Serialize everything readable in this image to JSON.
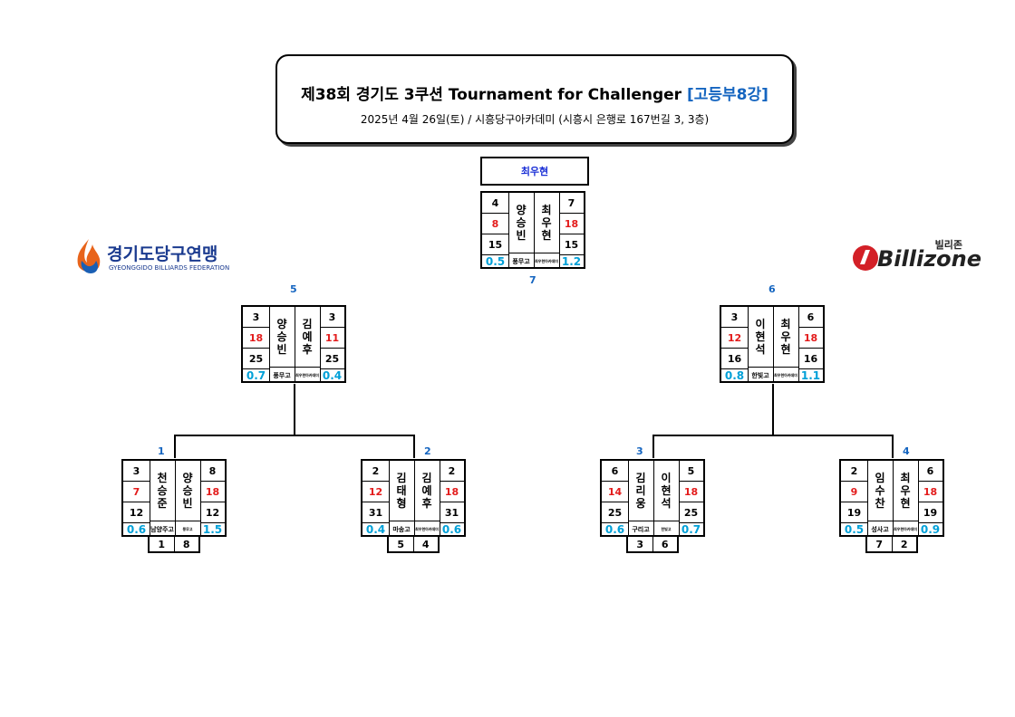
{
  "header": {
    "title_main": "제38회 경기도 3쿠션 Tournament for Challenger",
    "title_division": "[고등부8강]",
    "subtitle": "2025년 4월 26일(토)  /  시흥당구아카데미 (시흥시 은행로 167번길 3, 3층)"
  },
  "winner": "최우현",
  "logos": {
    "left_text": "경기도당구연맹",
    "left_sub": "GYEONGGIDO BILLIARDS FEDERATION",
    "right_kr": "빌리존",
    "right_en": "Billizone"
  },
  "match_numbers": {
    "m1": "1",
    "m2": "2",
    "m3": "3",
    "m4": "4",
    "m5": "5",
    "m6": "6",
    "m7": "7"
  },
  "matches": {
    "m7": {
      "l": [
        "4",
        "8",
        "15"
      ],
      "p1": [
        "양",
        "승",
        "빈"
      ],
      "p2": [
        "최",
        "우",
        "현"
      ],
      "r": [
        "7",
        "18",
        "15"
      ],
      "avg1": "0.5",
      "sch1": "풍무고",
      "sch2": "최우현아카데미",
      "avg2": "1.2"
    },
    "m5": {
      "l": [
        "3",
        "18",
        "25"
      ],
      "p1": [
        "양",
        "승",
        "빈"
      ],
      "p2": [
        "김",
        "예",
        "후"
      ],
      "r": [
        "3",
        "11",
        "25"
      ],
      "avg1": "0.7",
      "sch1": "풍무고",
      "sch2": "최우현아카데미",
      "avg2": "0.4"
    },
    "m6": {
      "l": [
        "3",
        "12",
        "16"
      ],
      "p1": [
        "이",
        "현",
        "석"
      ],
      "p2": [
        "최",
        "우",
        "현"
      ],
      "r": [
        "6",
        "18",
        "16"
      ],
      "avg1": "0.8",
      "sch1": "한빛고",
      "sch2": "최우현아카데미",
      "avg2": "1.1"
    },
    "m1": {
      "l": [
        "3",
        "7",
        "12"
      ],
      "p1": [
        "천",
        "승",
        "준"
      ],
      "p2": [
        "양",
        "승",
        "빈"
      ],
      "r": [
        "8",
        "18",
        "12"
      ],
      "avg1": "0.6",
      "sch1": "남양주고",
      "sch2": "풍무고",
      "avg2": "1.5",
      "s1": "1",
      "s2": "8"
    },
    "m2": {
      "l": [
        "2",
        "12",
        "31"
      ],
      "p1": [
        "김",
        "태",
        "형"
      ],
      "p2": [
        "김",
        "예",
        "후"
      ],
      "r": [
        "2",
        "18",
        "31"
      ],
      "avg1": "0.4",
      "sch1": "마송고",
      "sch2": "최우현아카데미",
      "avg2": "0.6",
      "s1": "5",
      "s2": "4"
    },
    "m3": {
      "l": [
        "6",
        "14",
        "25"
      ],
      "p1": [
        "김",
        "리",
        "웅"
      ],
      "p2": [
        "이",
        "현",
        "석"
      ],
      "r": [
        "5",
        "18",
        "25"
      ],
      "avg1": "0.6",
      "sch1": "구리고",
      "sch2": "한빛고",
      "avg2": "0.7",
      "s1": "3",
      "s2": "6"
    },
    "m4": {
      "l": [
        "2",
        "9",
        "19"
      ],
      "p1": [
        "임",
        "수",
        "찬"
      ],
      "p2": [
        "최",
        "우",
        "현"
      ],
      "r": [
        "6",
        "18",
        "19"
      ],
      "avg1": "0.5",
      "sch1": "성사고",
      "sch2": "최우현아카데미",
      "avg2": "0.9",
      "s1": "7",
      "s2": "2"
    }
  },
  "colors": {
    "accent": "#1565c0",
    "avg": "#00a0d8",
    "highlight": "#e31b1b",
    "winner": "#1a2fd6"
  }
}
